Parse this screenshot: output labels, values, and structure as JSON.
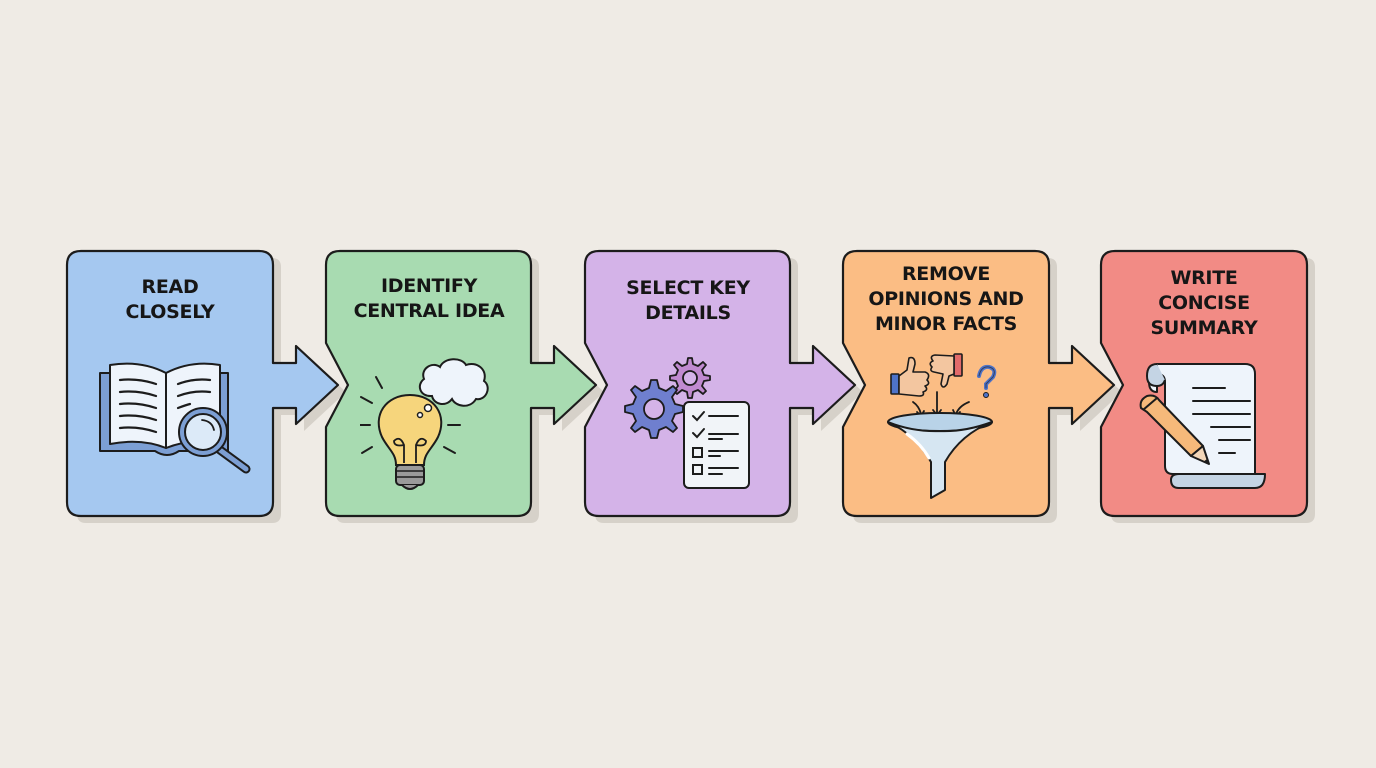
{
  "diagram": {
    "type": "process-flow",
    "direction": "left-to-right",
    "background_color": "#efebe5",
    "steps": [
      {
        "id": 1,
        "title_lines": [
          "READ",
          "CLOSELY"
        ],
        "title": "READ CLOSELY",
        "color": "#a5c8f0",
        "icon": "open-book-with-magnifying-glass-icon"
      },
      {
        "id": 2,
        "title_lines": [
          "IDENTIFY",
          "CENTRAL IDEA"
        ],
        "title": "IDENTIFY CENTRAL IDEA",
        "color": "#a8dbb1",
        "icon": "lightbulb-with-thought-cloud-icon"
      },
      {
        "id": 3,
        "title_lines": [
          "SELECT KEY",
          "DETAILS"
        ],
        "title": "SELECT KEY DETAILS",
        "color": "#d4b3e8",
        "icon": "gears-and-checklist-icon"
      },
      {
        "id": 4,
        "title_lines": [
          "REMOVE",
          "OPINIONS AND",
          "MINOR FACTS"
        ],
        "title": "REMOVE OPINIONS AND MINOR FACTS",
        "color": "#fbbd84",
        "icon": "funnel-filter-thumbs-question-icon"
      },
      {
        "id": 5,
        "title_lines": [
          "WRITE",
          "CONCISE",
          "SUMMARY"
        ],
        "title": "WRITE CONCISE SUMMARY",
        "color": "#f28b85",
        "icon": "scroll-with-pencil-icon"
      }
    ],
    "connectors": [
      {
        "from": 1,
        "to": 2,
        "icon": "arrow-right-icon"
      },
      {
        "from": 2,
        "to": 3,
        "icon": "arrow-right-icon"
      },
      {
        "from": 3,
        "to": 4,
        "icon": "arrow-right-icon"
      },
      {
        "from": 4,
        "to": 5,
        "icon": "arrow-right-icon"
      }
    ]
  }
}
